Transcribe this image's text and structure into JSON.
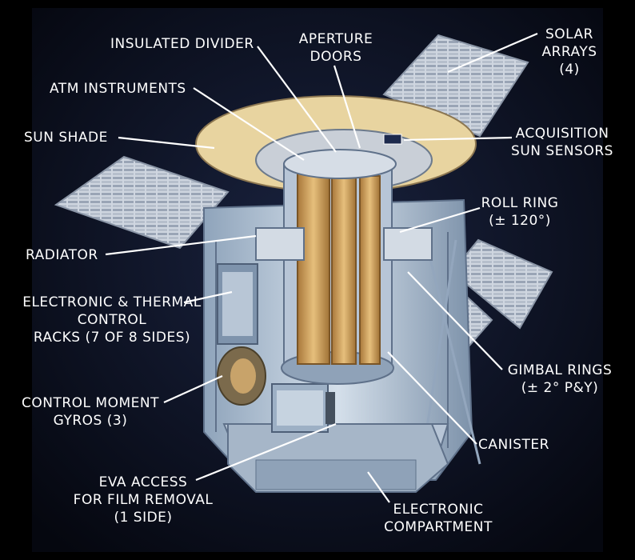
{
  "labels": {
    "insulated_divider": "INSULATED DIVIDER",
    "aperture_doors": [
      "APERTURE",
      "DOORS"
    ],
    "solar_arrays": [
      "SOLAR",
      "ARRAYS",
      "(4)"
    ],
    "atm_instruments": "ATM INSTRUMENTS",
    "sun_shade": "SUN SHADE",
    "acquisition_sun_sensors": [
      "ACQUISITION",
      "SUN SENSORS"
    ],
    "roll_ring": [
      "ROLL RING",
      "(± 120°)"
    ],
    "radiator": "RADIATOR",
    "electronic_thermal_racks": [
      "ELECTRONIC & THERMAL",
      "CONTROL",
      "RACKS (7 OF 8 SIDES)"
    ],
    "gimbal_rings": [
      "GIMBAL RINGS",
      "(± 2° P&Y)"
    ],
    "control_moment_gyros": [
      "CONTROL MOMENT",
      "GYROS (3)"
    ],
    "canister": "CANISTER",
    "eva_access": [
      "EVA ACCESS",
      "FOR FILM REMOVAL",
      "(1 SIDE)"
    ],
    "electronic_compartment": [
      "ELECTRONIC",
      "COMPARTMENT"
    ]
  },
  "colors": {
    "background": "#0b1020",
    "structure": "#c9d6e4",
    "structure_shadow": "#7f94ad",
    "sun_shade": "#e8d4a0",
    "instruments": "#d9a561",
    "solar_panel": "#d7dde6",
    "label_text": "#ffffff"
  }
}
